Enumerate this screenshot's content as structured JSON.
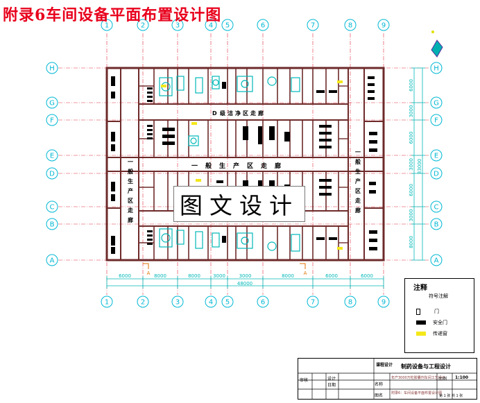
{
  "title": "附录6车间设备平面布置设计图",
  "grid": {
    "cols": [
      "1",
      "2",
      "3",
      "4",
      "5",
      "6",
      "7",
      "8",
      "9"
    ],
    "rows": [
      "H",
      "G",
      "F",
      "E",
      "D",
      "C",
      "B",
      "A"
    ]
  },
  "corridors": {
    "d_class": "D级洁净区走廊",
    "general_h": "一般生产区走廊",
    "general_v": "一般生产区走廊"
  },
  "watermark": "图文设计",
  "dimensions": {
    "bottom": [
      "6000",
      "8000",
      "8000",
      "3000",
      "3000",
      "8000",
      "6000",
      "6000"
    ],
    "total": "48000",
    "right": [
      "6000",
      "3000",
      "6000",
      "3000",
      "6000",
      "3000",
      "8000"
    ],
    "right_total": "33000"
  },
  "axis_markers": [
    "A",
    "A"
  ],
  "legend": {
    "title": "注释",
    "subtitle": "符号注解",
    "items": [
      {
        "label": "门",
        "color": "#000000"
      },
      {
        "label": "安全门",
        "color": "#000000"
      },
      {
        "label": "传递窗",
        "color": "#f4e81a"
      }
    ]
  },
  "title_block": {
    "company": "制药设备与工程设计",
    "dept": "课程设计",
    "project": "年产3000万粒胶囊剂车间工艺设计",
    "drawing": "附录6：车间设备平面布置设计图",
    "scale_label": "比例",
    "scale": "1:100",
    "sheet": "第 1 张 共 1 张",
    "cells": [
      "审核",
      "设计",
      "日期",
      "名称",
      "图名"
    ]
  },
  "colors": {
    "wall": "#6e2a2a",
    "grid": "#e03040",
    "equip": "#00b8b8",
    "bubble": "#00b8d4",
    "title": "#e8001c",
    "pass_window": "#f4e81a"
  }
}
